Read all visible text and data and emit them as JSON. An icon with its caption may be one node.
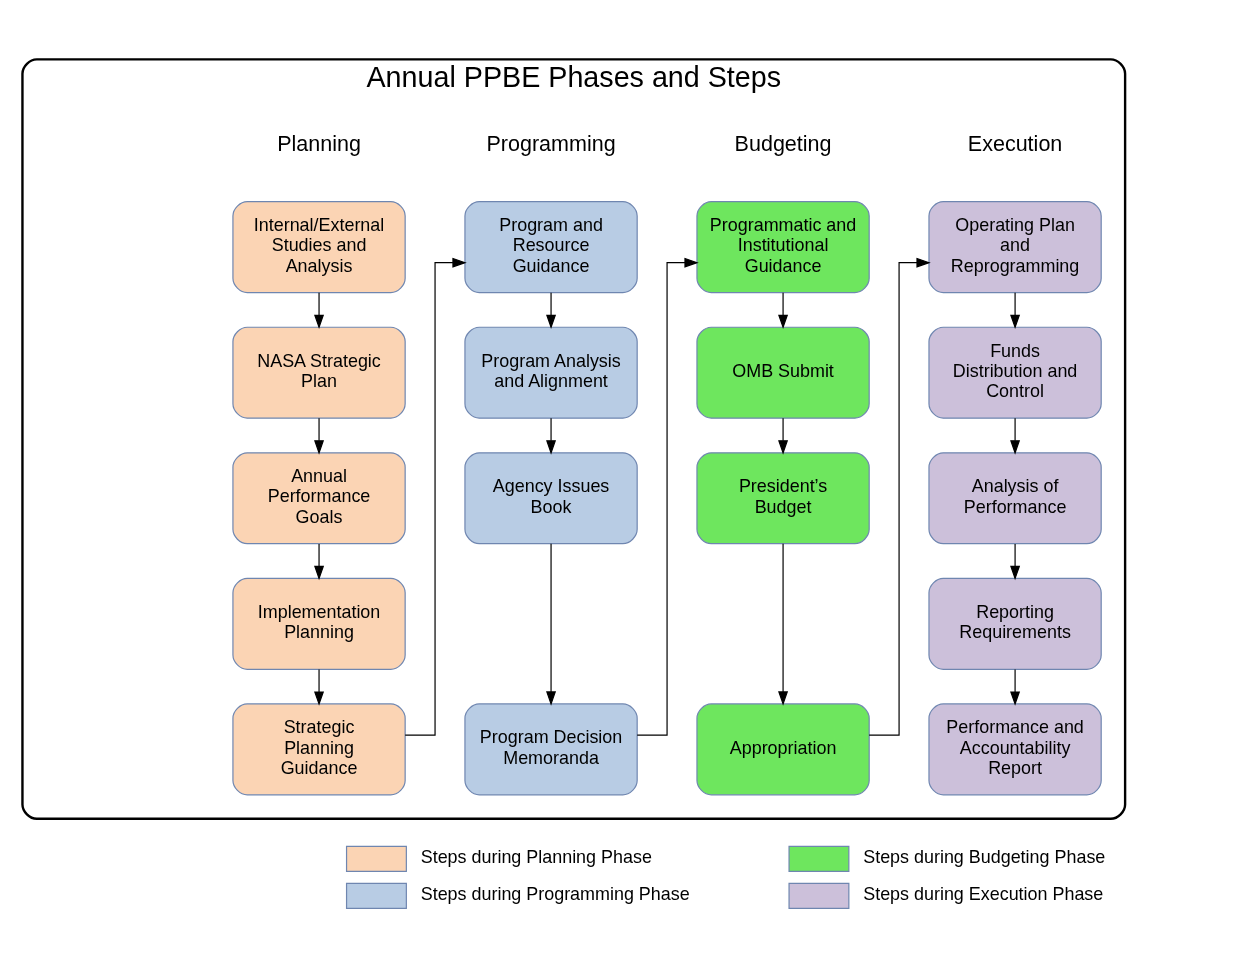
{
  "diagram": {
    "nodes": [
      {
        "text": [
          "Annual PPBE Phases and Steps"
        ]
      },
      {
        "text": [
          "Internal/External Studies and Analysis"
        ],
        "in": 0
      },
      {
        "text": [
          "NASA Strategic Plan"
        ],
        "in": 0
      },
      {
        "text": [
          "Annual Performance Goals"
        ],
        "in": 0
      },
      {
        "text": [
          "Implementation Planning"
        ],
        "in": 0
      },
      {
        "text": [
          "Strategic Planning Guidance"
        ],
        "in": 0
      },
      {
        "text": [
          "Program and Resource Guidance"
        ],
        "in": 0
      },
      {
        "text": [
          "Program Analysis and Alignment"
        ],
        "in": 0
      },
      {
        "text": [
          "Agency Issues Book"
        ],
        "in": 0
      },
      {
        "text": [
          "Program Decision Memoranda"
        ],
        "in": 0
      },
      {
        "text": [
          "Programmatic and Institutional Guidance"
        ],
        "in": 0
      },
      {
        "text": [
          "OMB Submit"
        ],
        "in": 0
      },
      {
        "text": [
          "President’s Budget"
        ],
        "in": 0
      },
      {
        "text": [
          "Appropriation"
        ],
        "in": 0
      },
      {
        "text": [
          "Operating Plan and Reprogramming"
        ],
        "in": 0
      },
      {
        "text": [
          "Funds Distribution and Control"
        ],
        "in": 0
      },
      {
        "text": [
          "Analysis of Performance"
        ],
        "in": 0
      },
      {
        "text": [
          "Reporting Requirements"
        ],
        "in": 0
      },
      {
        "text": [
          "Performance and Accountability Report"
        ],
        "in": 0
      }
    ],
    "edges": [
      {
        "from": 1,
        "to": 2,
        "arrow": "to"
      },
      {
        "from": 2,
        "to": 3,
        "arrow": "to"
      },
      {
        "from": 3,
        "to": 4,
        "arrow": "to"
      },
      {
        "from": 4,
        "to": 5,
        "arrow": "to"
      },
      {
        "from": 5,
        "to": 6,
        "arrow": "to"
      },
      {
        "from": 6,
        "to": 7,
        "arrow": "to"
      },
      {
        "from": 7,
        "to": 8,
        "arrow": "to"
      },
      {
        "from": 8,
        "to": 9,
        "arrow": "to"
      },
      {
        "from": 9,
        "to": 10,
        "arrow": "to"
      },
      {
        "from": 10,
        "to": 11,
        "arrow": "to"
      },
      {
        "from": 11,
        "to": 12,
        "arrow": "to"
      },
      {
        "from": 12,
        "to": 13,
        "arrow": "to"
      },
      {
        "from": 13,
        "to": 14,
        "arrow": "to"
      },
      {
        "from": 14,
        "to": 15,
        "arrow": "to"
      },
      {
        "from": 15,
        "to": 16,
        "arrow": "to"
      },
      {
        "from": 16,
        "to": 17,
        "arrow": "to"
      },
      {
        "from": 17,
        "to": 18,
        "arrow": "to"
      }
    ],
    "labels": [
      "Planning",
      "Programming",
      "Budgeting",
      "Execution"
    ],
    "legend": [
      {
        "text": "Steps during Planning Phase",
        "color": "#fbd4b4"
      },
      {
        "text": "Steps during Budgeting Phase",
        "color": "#6ee65e"
      },
      {
        "text": "Steps during Programming Phase",
        "color": "#b8cce4"
      },
      {
        "text": "Steps during Execution Phase",
        "color": "#ccc0da"
      }
    ]
  }
}
